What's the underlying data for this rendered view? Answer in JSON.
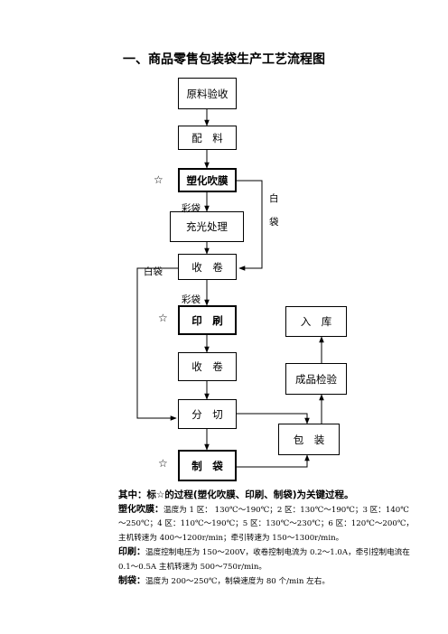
{
  "title": "一、商品零售包装袋生产工艺流程图",
  "boxes": {
    "raw": "原料验收",
    "mix": "配　料",
    "blow": "塑化吹膜",
    "corona": "充光处理",
    "wind1": "收　卷",
    "print": "印　刷",
    "wind2": "收　卷",
    "slit": "分　切",
    "make": "制　袋",
    "inspect": "成品检验",
    "pack": "包　装",
    "store": "入　库"
  },
  "labels": {
    "color_bag_1": "彩袋",
    "color_bag_2": "彩袋",
    "white_bag_left": "白袋",
    "white_bag_right_1": "白",
    "white_bag_right_2": "袋",
    "star": "☆"
  },
  "notes": {
    "summary": "其中：标☆的过程(塑化吹膜、印刷、制袋)为关键过程。",
    "blow_title": "塑化吹膜：",
    "blow_text": "温度为 1 区： 130℃～190℃；2 区：130℃～190℃；3 区：140℃～250℃；4 区：110℃～190℃；5 区：130℃～230℃；6 区：120℃～200℃，主机转速为 400～1200r/min；牵引转速为 150～1300r/min。",
    "print_title": "印刷：",
    "print_text": "温度控制电压为 150～200V，收卷控制电流为 0.2～1.0A，牵引控制电流在 0.1～0.5A 主机转速为 500～750r/min。",
    "make_title": "制袋：",
    "make_text": "温度为 200～250℃，制袋速度为 80 个/min 左右。"
  }
}
